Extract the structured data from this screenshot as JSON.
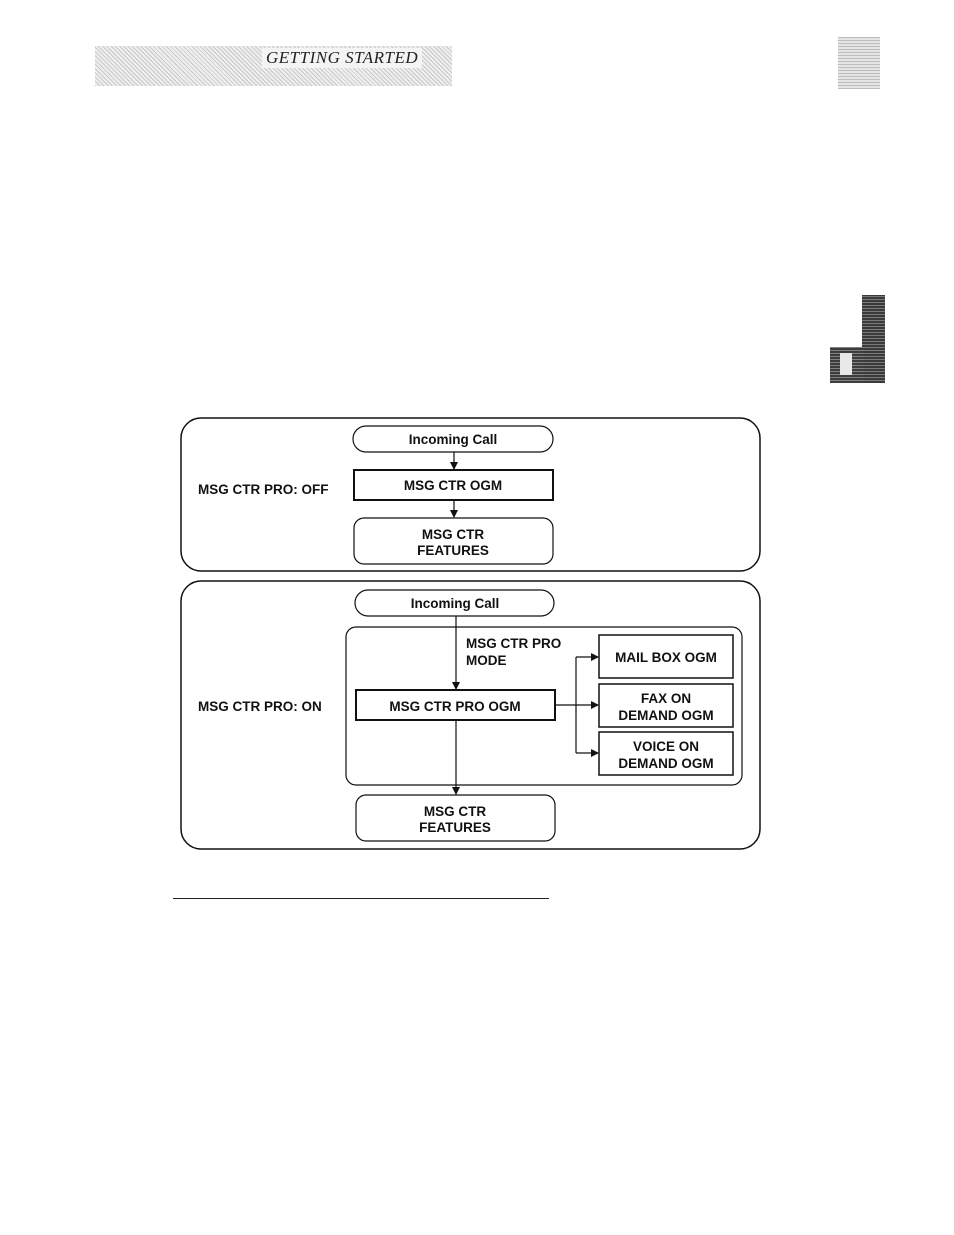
{
  "header": {
    "section_title": "GETTING STARTED"
  },
  "diagram": {
    "off_panel": {
      "mode_label": "MSG CTR PRO: OFF",
      "incoming_call": "Incoming Call",
      "ogm": "MSG CTR OGM",
      "features_line1": "MSG CTR",
      "features_line2": "FEATURES"
    },
    "on_panel": {
      "mode_label": "MSG CTR PRO: ON",
      "incoming_call": "Incoming Call",
      "pro_mode_line1": "MSG CTR PRO",
      "pro_mode_line2": "MODE",
      "pro_ogm": "MSG CTR PRO OGM",
      "mailbox_ogm": "MAIL BOX OGM",
      "fax_line1": "FAX ON",
      "fax_line2": "DEMAND OGM",
      "voice_line1": "VOICE ON",
      "voice_line2": "DEMAND OGM",
      "features_line1": "MSG CTR",
      "features_line2": "FEATURES"
    }
  }
}
